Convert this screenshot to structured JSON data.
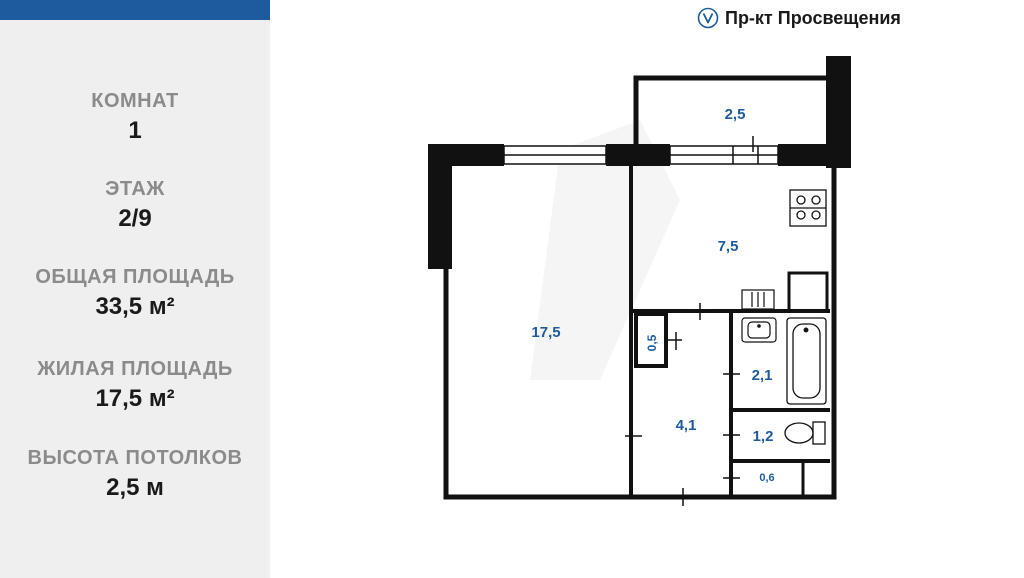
{
  "sidebar": {
    "accent_color": "#1d5b9e",
    "stats": [
      {
        "label": "КОМНАТ",
        "value": "1"
      },
      {
        "label": "ЭТАЖ",
        "value": "2/9"
      },
      {
        "label": "ОБЩАЯ ПЛОЩАДЬ",
        "value": "33,5 м²"
      },
      {
        "label": "ЖИЛАЯ ПЛОЩАДЬ",
        "value": "17,5 м²"
      },
      {
        "label": "ВЫСОТА ПОТОЛКОВ",
        "value": "2,5 м"
      }
    ]
  },
  "metro": {
    "icon": "metro-icon",
    "name": "Пр-кт Просвещения"
  },
  "plan": {
    "rooms": {
      "living": "17,5",
      "balcony": "2,5",
      "kitchen": "7,5",
      "closet": "0,5",
      "hall": "4,1",
      "bathroom": "2,1",
      "toilet": "1,2",
      "storage": "0,6"
    },
    "label_color": "#1d5b9e",
    "wall_color": "#111111"
  }
}
